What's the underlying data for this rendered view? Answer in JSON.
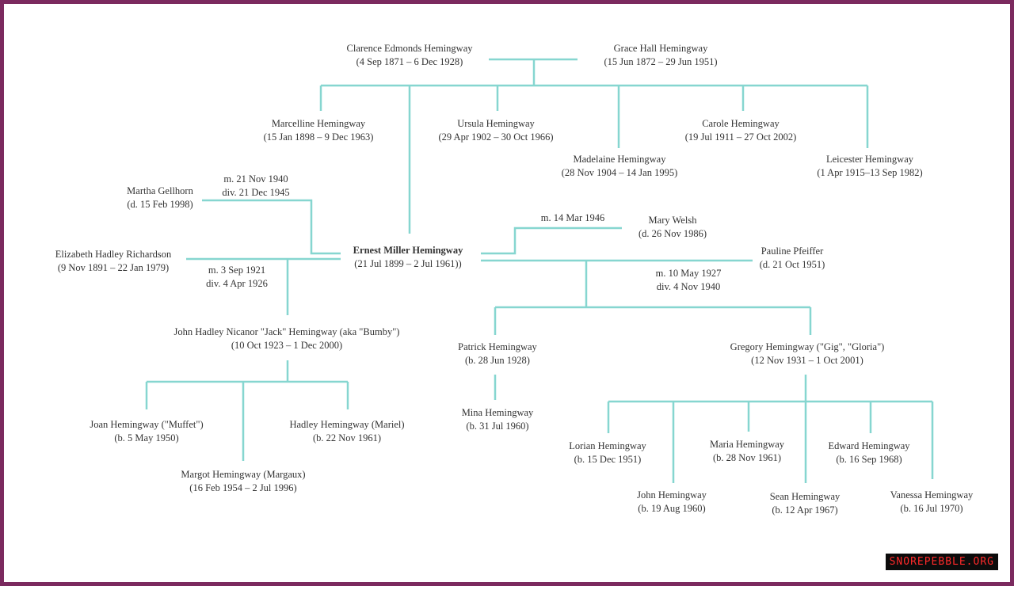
{
  "people": {
    "clarence": {
      "name": "Clarence Edmonds Hemingway",
      "dates": "(4 Sep 1871 – 6 Dec 1928)"
    },
    "grace": {
      "name": "Grace Hall Hemingway",
      "dates": "(15 Jun 1872 – 29 Jun 1951)"
    },
    "marcelline": {
      "name": "Marcelline Hemingway",
      "dates": "(15 Jan 1898 – 9 Dec 1963)"
    },
    "ursula": {
      "name": "Ursula Hemingway",
      "dates": "(29 Apr 1902 – 30 Oct 1966)"
    },
    "madelaine": {
      "name": "Madelaine Hemingway",
      "dates": "(28 Nov 1904 – 14 Jan 1995)"
    },
    "carole": {
      "name": "Carole Hemingway",
      "dates": "(19 Jul 1911 – 27 Oct 2002)"
    },
    "leicester": {
      "name": "Leicester Hemingway",
      "dates": "(1 Apr 1915–13 Sep 1982)"
    },
    "martha": {
      "name": "Martha Gellhorn",
      "dates": "(d. 15 Feb 1998)"
    },
    "elizabeth": {
      "name": "Elizabeth Hadley Richardson",
      "dates": "(9 Nov 1891 – 22 Jan 1979)"
    },
    "ernest": {
      "name": "Ernest Miller Hemingway",
      "dates": "(21 Jul 1899 – 2 Jul 1961))"
    },
    "mary": {
      "name": "Mary Welsh",
      "dates": "(d. 26 Nov 1986)"
    },
    "pauline": {
      "name": "Pauline Pfeiffer",
      "dates": "(d. 21 Oct 1951)"
    },
    "jack": {
      "name": "John Hadley Nicanor \"Jack\" Hemingway (aka \"Bumby\")",
      "dates": "(10 Oct 1923 – 1 Dec 2000)"
    },
    "patrick": {
      "name": "Patrick Hemingway",
      "dates": "(b. 28 Jun 1928)"
    },
    "gregory": {
      "name": "Gregory Hemingway (\"Gig\", \"Gloria\")",
      "dates": "(12 Nov 1931 – 1 Oct 2001)"
    },
    "joan": {
      "name": "Joan Hemingway (\"Muffet\")",
      "dates": "(b. 5 May 1950)"
    },
    "margot": {
      "name": "Margot Hemingway (Margaux)",
      "dates": "(16 Feb 1954 – 2 Jul 1996)"
    },
    "hadley": {
      "name": "Hadley Hemingway (Mariel)",
      "dates": "(b. 22 Nov 1961)"
    },
    "mina": {
      "name": "Mina Hemingway",
      "dates": "(b. 31 Jul 1960)"
    },
    "lorian": {
      "name": "Lorian Hemingway",
      "dates": "(b. 15 Dec 1951)"
    },
    "john": {
      "name": "John Hemingway",
      "dates": "(b. 19 Aug 1960)"
    },
    "maria": {
      "name": "Maria Hemingway",
      "dates": "(b. 28 Nov 1961)"
    },
    "sean": {
      "name": "Sean Hemingway",
      "dates": "(b. 12 Apr 1967)"
    },
    "edward": {
      "name": "Edward Hemingway",
      "dates": "(b. 16 Sep 1968)"
    },
    "vanessa": {
      "name": "Vanessa Hemingway",
      "dates": "(b. 16 Jul 1970)"
    }
  },
  "marriages": {
    "gellhorn": {
      "married": "m. 21 Nov 1940",
      "divorced": "div. 21 Dec 1945"
    },
    "richardson": {
      "married": "m. 3 Sep 1921",
      "divorced": "div. 4 Apr 1926"
    },
    "welsh": {
      "married": "m. 14 Mar 1946"
    },
    "pfeiffer": {
      "married": "m. 10 May 1927",
      "divorced": "div. 4 Nov 1940"
    }
  },
  "colors": {
    "line": "#86d6d0",
    "frame": "#7b2a5f",
    "text": "#333333"
  },
  "watermark": "SNOREPEBBLE.ORG"
}
